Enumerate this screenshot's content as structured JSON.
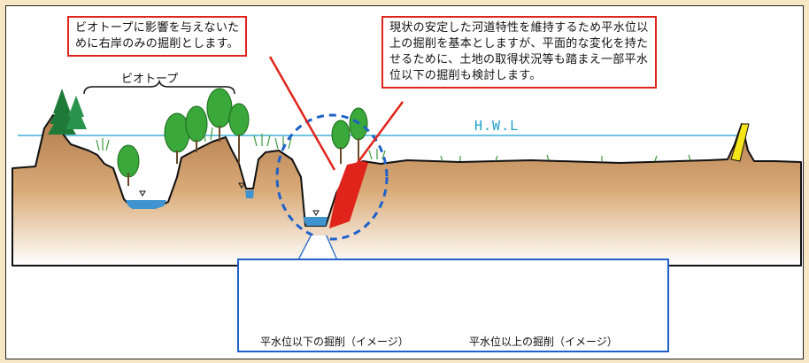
{
  "callouts": {
    "left": {
      "lines": [
        "ビオトープに影響を与えないた",
        "めに右岸のみの掘削とします。"
      ]
    },
    "right": {
      "lines": [
        "現状の安定した河道特性を維持するため平水位以",
        "上の掘削を基本としますが、平面的な変化を持た",
        "せるために、土地の取得状況等も踏まえ一部平水",
        "位以下の掘削も検討します。"
      ]
    }
  },
  "labels": {
    "biotope": "ビオトープ",
    "hwl": "H.W.L"
  },
  "inset": {
    "left_caption": "平水位以下の掘削（イメージ）",
    "right_caption": "平水位以上の掘削（イメージ）"
  },
  "colors": {
    "background": "#f7e7c4",
    "callout_border": "#e0241b",
    "excavation": "#e0241b",
    "water": "#3f94cf",
    "hwl_line": "#3fb2d6",
    "inset_border": "#1e61c9",
    "focus_circle": "#1e61c9"
  }
}
